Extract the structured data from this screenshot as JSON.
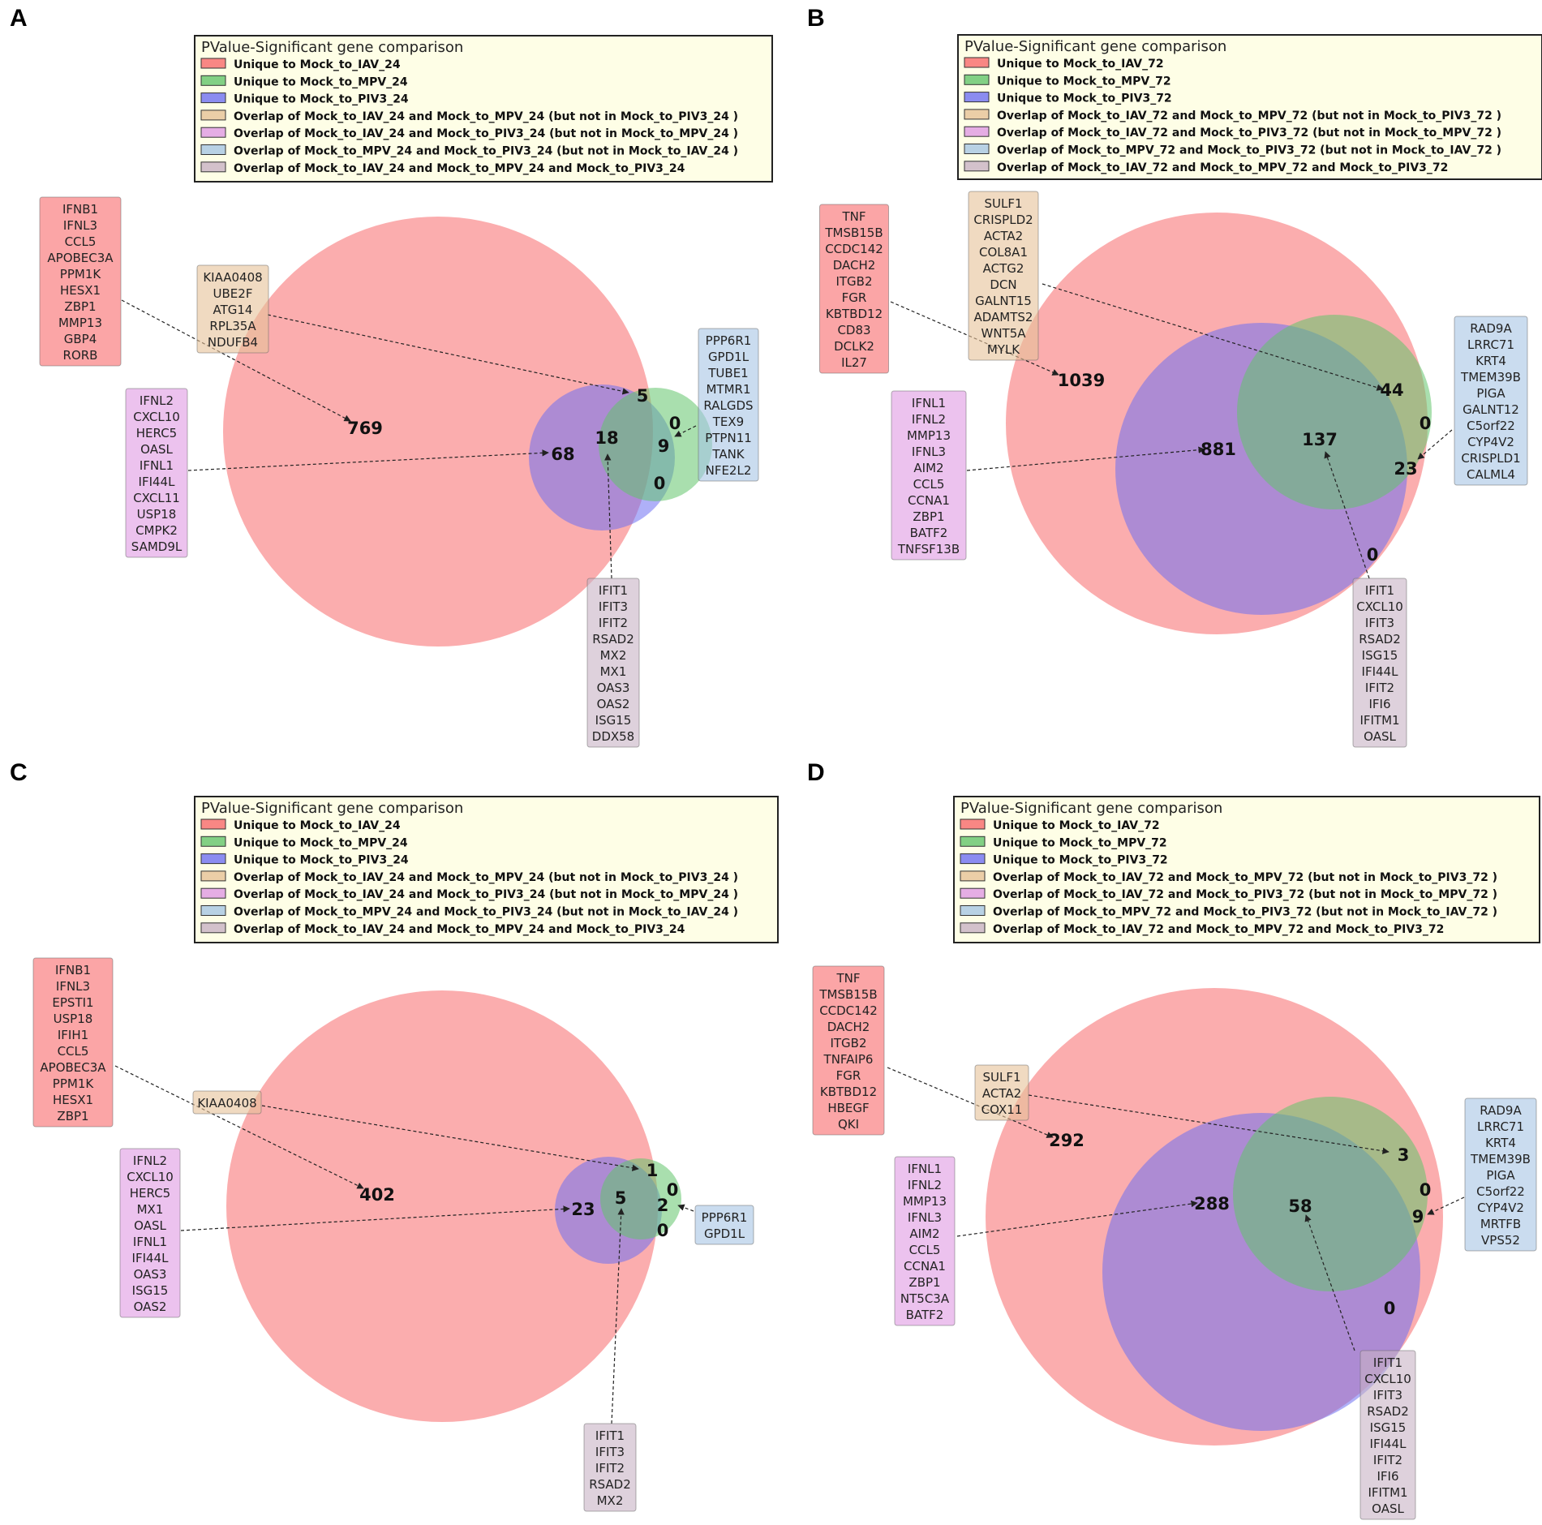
{
  "colors": {
    "iav": "#f8696b",
    "mpv": "#63c46b",
    "piv": "#6e6ff2",
    "iav_mpv": "#e6c297",
    "iav_piv": "#df99e3",
    "mpv_piv": "#a6c5e4",
    "all": "#c8b2c4",
    "legend_bg": "#fefee6"
  },
  "panels": [
    {
      "letter": "A",
      "legend": {
        "title": "PValue-Significant gene comparison",
        "items": [
          "Unique to Mock_to_IAV_24",
          "Unique to Mock_to_MPV_24",
          "Unique to Mock_to_PIV3_24",
          "Overlap of Mock_to_IAV_24 and Mock_to_MPV_24 (but not in Mock_to_PIV3_24 )",
          "Overlap of Mock_to_IAV_24 and Mock_to_PIV3_24 (but not in Mock_to_MPV_24 )",
          "Overlap of Mock_to_MPV_24 and Mock_to_PIV3_24 (but not in Mock_to_IAV_24 )",
          "Overlap of Mock_to_IAV_24 and Mock_to_MPV_24 and Mock_to_PIV3_24"
        ]
      },
      "counts": [
        "769",
        "5",
        "0",
        "68",
        "18",
        "9",
        "0"
      ],
      "genes": {
        "iav": [
          "IFNB1",
          "IFNL3",
          "CCL5",
          "APOBEC3A",
          "PPM1K",
          "HESX1",
          "ZBP1",
          "MMP13",
          "GBP4",
          "RORB"
        ],
        "iav_mpv": [
          "KIAA0408",
          "UBE2F",
          "ATG14",
          "RPL35A",
          "NDUFB4"
        ],
        "iav_piv": [
          "IFNL2",
          "CXCL10",
          "HERC5",
          "OASL",
          "IFNL1",
          "IFI44L",
          "CXCL11",
          "USP18",
          "CMPK2",
          "SAMD9L"
        ],
        "mpv_piv": [
          "PPP6R1",
          "GPD1L",
          "TUBE1",
          "MTMR1",
          "RALGDS",
          "TEX9",
          "PTPN11",
          "TANK",
          "NFE2L2"
        ],
        "all": [
          "IFIT1",
          "IFIT3",
          "IFIT2",
          "RSAD2",
          "MX2",
          "MX1",
          "OAS3",
          "OAS2",
          "ISG15",
          "DDX58"
        ]
      }
    },
    {
      "letter": "B",
      "legend": {
        "title": "PValue-Significant gene comparison",
        "items": [
          "Unique to Mock_to_IAV_72",
          "Unique to Mock_to_MPV_72",
          "Unique to Mock_to_PIV3_72",
          "Overlap of Mock_to_IAV_72 and Mock_to_MPV_72 (but not in Mock_to_PIV3_72 )",
          "Overlap of Mock_to_IAV_72 and Mock_to_PIV3_72 (but not in Mock_to_MPV_72 )",
          "Overlap of Mock_to_MPV_72 and Mock_to_PIV3_72 (but not in Mock_to_IAV_72 )",
          "Overlap of Mock_to_IAV_72 and Mock_to_MPV_72 and Mock_to_PIV3_72"
        ]
      },
      "counts": [
        "1039",
        "44",
        "0",
        "881",
        "137",
        "23",
        "0"
      ],
      "genes": {
        "iav": [
          "TNF",
          "TMSB15B",
          "CCDC142",
          "DACH2",
          "ITGB2",
          "FGR",
          "KBTBD12",
          "CD83",
          "DCLK2",
          "IL27"
        ],
        "iav_mpv": [
          "SULF1",
          "CRISPLD2",
          "ACTA2",
          "COL8A1",
          "ACTG2",
          "DCN",
          "GALNT15",
          "ADAMTS2",
          "WNT5A",
          "MYLK"
        ],
        "iav_piv": [
          "IFNL1",
          "IFNL2",
          "MMP13",
          "IFNL3",
          "AIM2",
          "CCL5",
          "CCNA1",
          "ZBP1",
          "BATF2",
          "TNFSF13B"
        ],
        "mpv_piv": [
          "RAD9A",
          "LRRC71",
          "KRT4",
          "TMEM39B",
          "PIGA",
          "GALNT12",
          "C5orf22",
          "CYP4V2",
          "CRISPLD1",
          "CALML4"
        ],
        "all": [
          "IFIT1",
          "CXCL10",
          "IFIT3",
          "RSAD2",
          "ISG15",
          "IFI44L",
          "IFIT2",
          "IFI6",
          "IFITM1",
          "OASL"
        ]
      }
    },
    {
      "letter": "C",
      "legend": {
        "title": "PValue-Significant gene comparison",
        "items": [
          "Unique to Mock_to_IAV_24",
          "Unique to Mock_to_MPV_24",
          "Unique to Mock_to_PIV3_24",
          "Overlap of Mock_to_IAV_24 and Mock_to_MPV_24 (but not in Mock_to_PIV3_24 )",
          "Overlap of Mock_to_IAV_24 and Mock_to_PIV3_24 (but not in Mock_to_MPV_24 )",
          "Overlap of Mock_to_MPV_24 and Mock_to_PIV3_24 (but not in Mock_to_IAV_24 )",
          "Overlap of Mock_to_IAV_24 and Mock_to_MPV_24 and Mock_to_PIV3_24"
        ]
      },
      "counts": [
        "402",
        "1",
        "0",
        "23",
        "5",
        "2",
        "0"
      ],
      "genes": {
        "iav": [
          "IFNB1",
          "IFNL3",
          "EPSTI1",
          "USP18",
          "IFIH1",
          "CCL5",
          "APOBEC3A",
          "PPM1K",
          "HESX1",
          "ZBP1"
        ],
        "iav_mpv": [
          "KIAA0408"
        ],
        "iav_piv": [
          "IFNL2",
          "CXCL10",
          "HERC5",
          "MX1",
          "OASL",
          "IFNL1",
          "IFI44L",
          "OAS3",
          "ISG15",
          "OAS2"
        ],
        "mpv_piv": [
          "PPP6R1",
          "GPD1L"
        ],
        "all": [
          "IFIT1",
          "IFIT3",
          "IFIT2",
          "RSAD2",
          "MX2"
        ]
      }
    },
    {
      "letter": "D",
      "legend": {
        "title": "PValue-Significant gene comparison",
        "items": [
          "Unique to Mock_to_IAV_72",
          "Unique to Mock_to_MPV_72",
          "Unique to Mock_to_PIV3_72",
          "Overlap of Mock_to_IAV_72 and Mock_to_MPV_72 (but not in Mock_to_PIV3_72 )",
          "Overlap of Mock_to_IAV_72 and Mock_to_PIV3_72 (but not in Mock_to_MPV_72 )",
          "Overlap of Mock_to_MPV_72 and Mock_to_PIV3_72 (but not in Mock_to_IAV_72 )",
          "Overlap of Mock_to_IAV_72 and Mock_to_MPV_72 and Mock_to_PIV3_72"
        ]
      },
      "counts": [
        "292",
        "3",
        "0",
        "288",
        "58",
        "9",
        "0"
      ],
      "genes": {
        "iav": [
          "TNF",
          "TMSB15B",
          "CCDC142",
          "DACH2",
          "ITGB2",
          "TNFAIP6",
          "FGR",
          "KBTBD12",
          "HBEGF",
          "QKI"
        ],
        "iav_mpv": [
          "SULF1",
          "ACTA2",
          "COX11"
        ],
        "iav_piv": [
          "IFNL1",
          "IFNL2",
          "MMP13",
          "IFNL3",
          "AIM2",
          "CCL5",
          "CCNA1",
          "ZBP1",
          "NT5C3A",
          "BATF2"
        ],
        "mpv_piv": [
          "RAD9A",
          "LRRC71",
          "KRT4",
          "TMEM39B",
          "PIGA",
          "C5orf22",
          "CYP4V2",
          "MRTFB",
          "VPS52"
        ],
        "all": [
          "IFIT1",
          "CXCL10",
          "IFIT3",
          "RSAD2",
          "ISG15",
          "IFI44L",
          "IFIT2",
          "IFI6",
          "IFITM1",
          "OASL"
        ]
      }
    }
  ]
}
